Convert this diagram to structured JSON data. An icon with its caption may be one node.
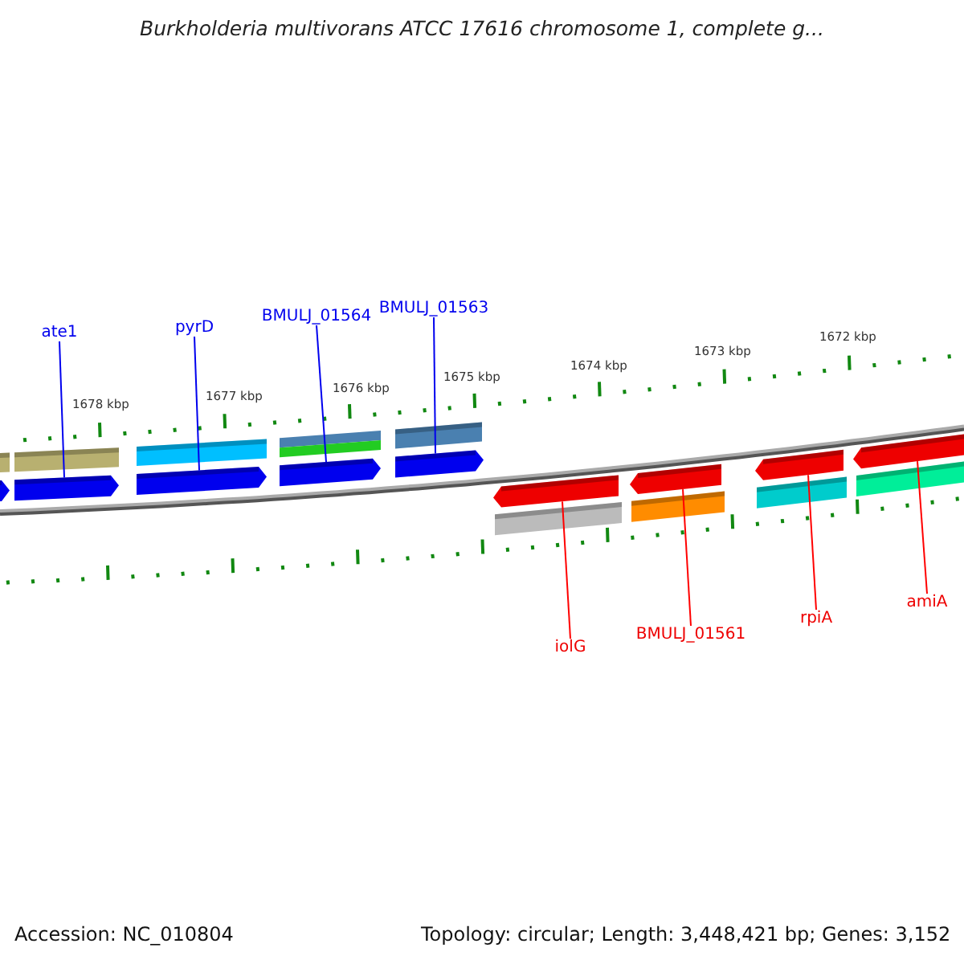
{
  "diagram": {
    "title": "Burkholderia multivorans ATCC 17616 chromosome 1, complete g...",
    "nodes": [
      {
        "text": [
          "ate1"
        ]
      },
      {
        "text": [
          "pyrD"
        ]
      },
      {
        "text": [
          "BMULJ_01564"
        ]
      },
      {
        "text": [
          "BMULJ_01563"
        ]
      },
      {
        "text": [
          "iolG"
        ]
      },
      {
        "text": [
          "BMULJ_01561"
        ]
      },
      {
        "text": [
          "rpiA"
        ]
      },
      {
        "text": [
          "amiA"
        ]
      },
      {
        "text": [],
        "shape": "bar"
      },
      {
        "text": [],
        "shape": "bar"
      },
      {
        "text": [],
        "shape": "bar"
      },
      {
        "text": [],
        "shape": "bar"
      },
      {
        "text": [],
        "shape": "bar"
      },
      {
        "text": [],
        "shape": "bar"
      },
      {
        "text": [],
        "shape": "bar"
      },
      {
        "text": [],
        "shape": "bar"
      },
      {
        "text": [],
        "shape": "bar"
      }
    ],
    "edges": [
      {
        "from": 0,
        "to": 9,
        "arrow": "none"
      },
      {
        "from": 1,
        "to": 10,
        "arrow": "none"
      },
      {
        "from": 2,
        "to": 11,
        "arrow": "none"
      },
      {
        "from": 3,
        "to": 12,
        "arrow": "none"
      },
      {
        "from": 4,
        "to": 13,
        "arrow": "none",
        "color": "#ff0000"
      },
      {
        "from": 5,
        "to": 14,
        "arrow": "none",
        "color": "#ff0000"
      },
      {
        "from": 6,
        "to": 15,
        "arrow": "none",
        "color": "#ff0000"
      },
      {
        "from": 7,
        "to": 16,
        "arrow": "none",
        "color": "#ff0000"
      }
    ],
    "labels": [
      "1678 kbp",
      "1677 kbp",
      "1676 kbp",
      "1675 kbp",
      "1674 kbp",
      "1673 kbp",
      "1672 kbp",
      "Accession: NC_010804",
      "Topology: circular; Length: 3,448,421 bp; Genes: 3,152"
    ]
  }
}
